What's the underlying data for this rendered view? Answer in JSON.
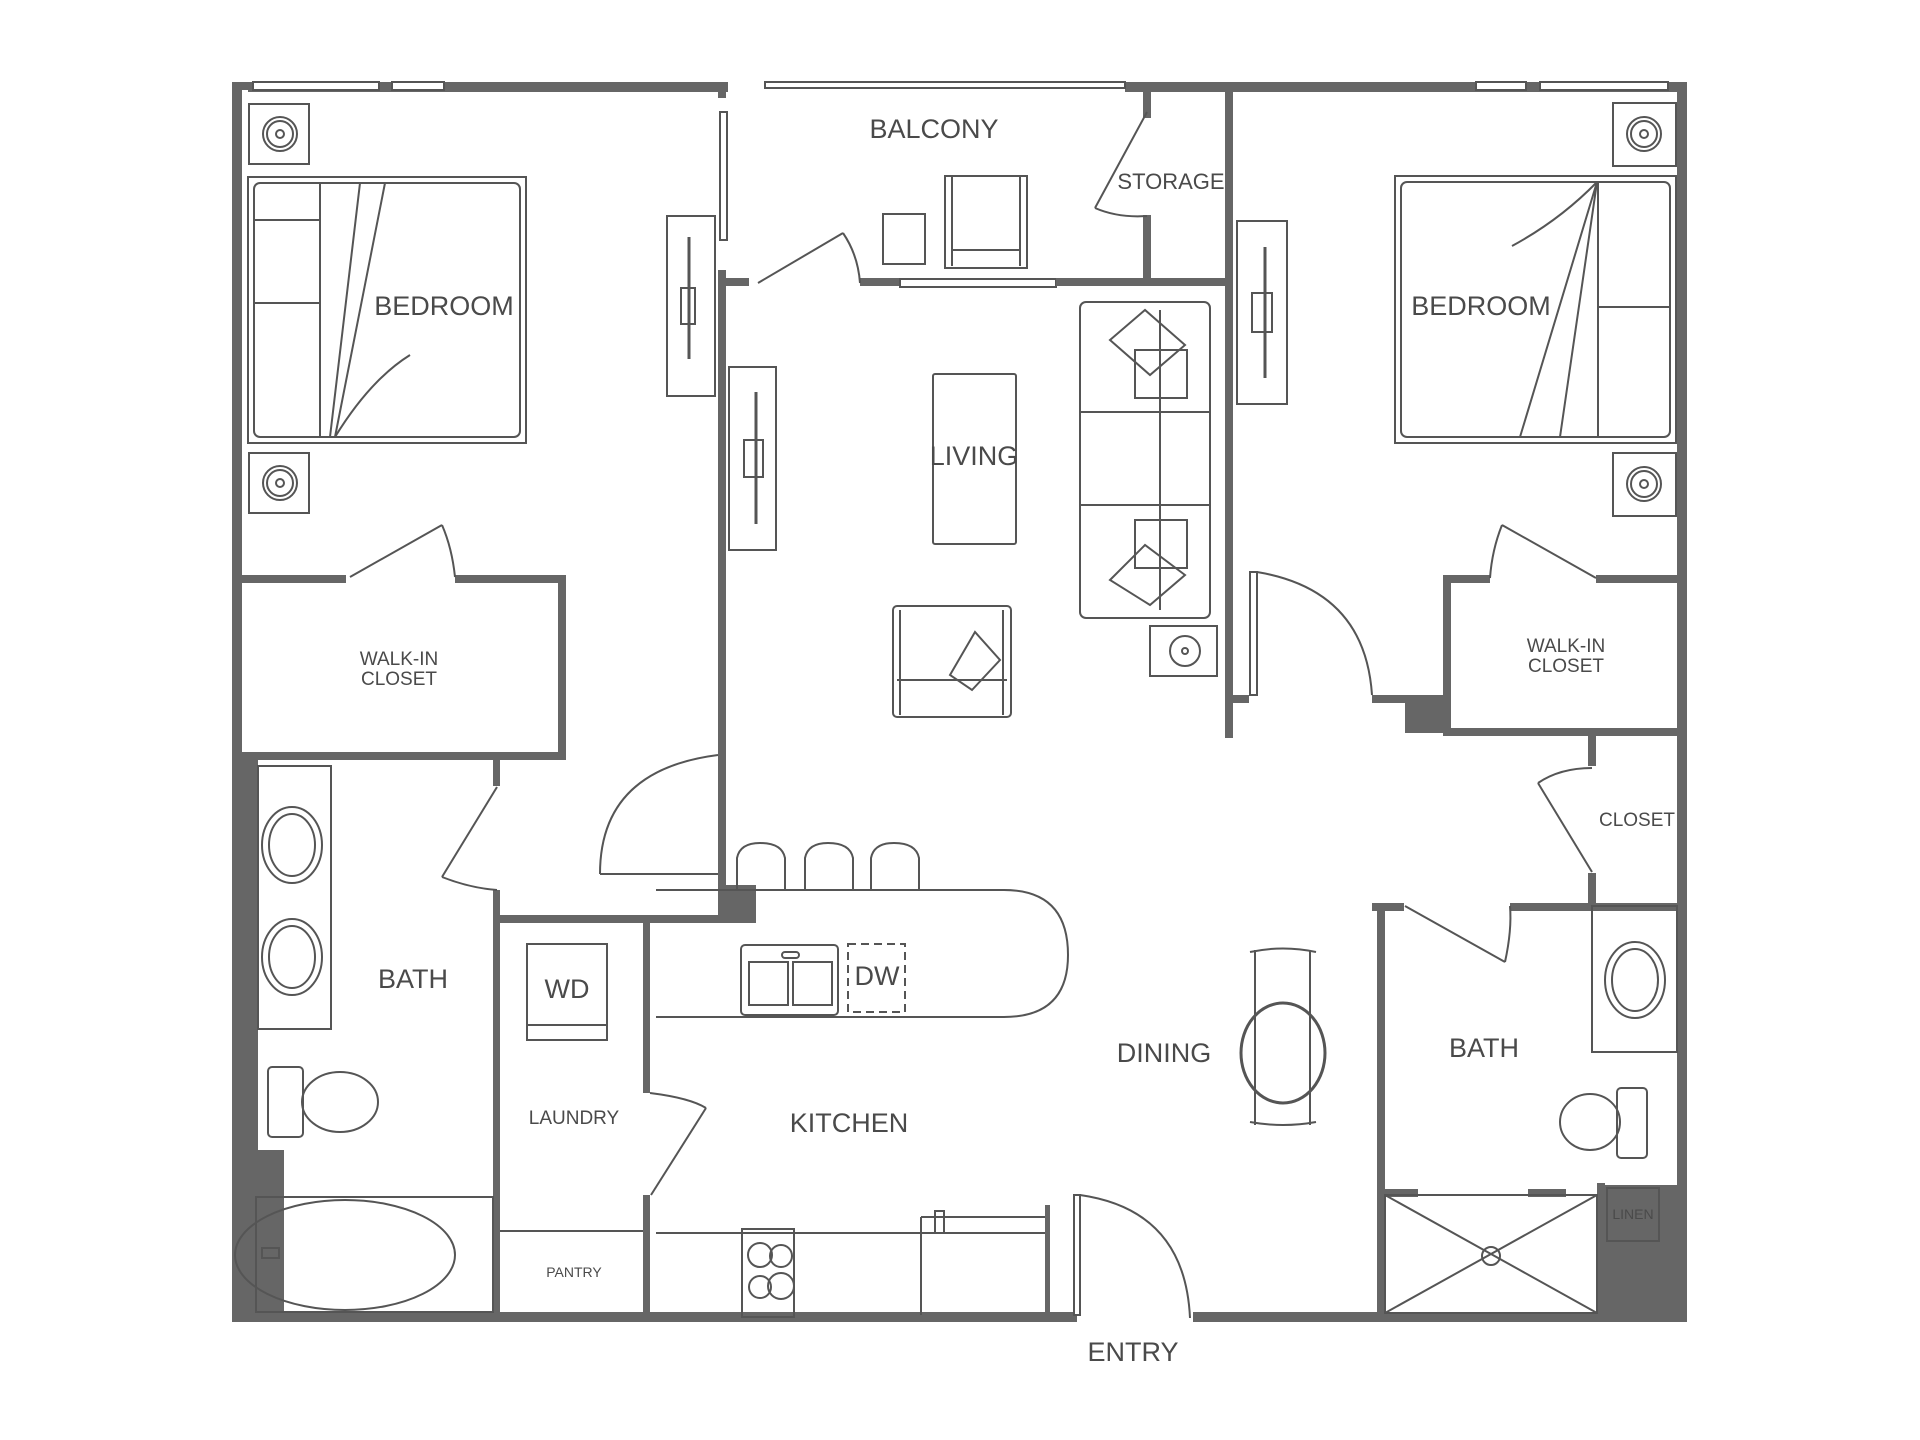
{
  "plan": {
    "title": "Two bedroom apartment floor plan",
    "wall_color": "#666666",
    "line_color": "#555555",
    "background": "#ffffff"
  },
  "rooms": {
    "balcony": "BALCONY",
    "storage": "STORAGE",
    "bedroom_left": "BEDROOM",
    "bedroom_right": "BEDROOM",
    "living": "LIVING",
    "walkin_left_line1": "WALK-IN",
    "walkin_left_line2": "CLOSET",
    "walkin_right_line1": "WALK-IN",
    "walkin_right_line2": "CLOSET",
    "closet": "CLOSET",
    "bath_left": "BATH",
    "bath_right": "BATH",
    "laundry": "LAUNDRY",
    "pantry": "PANTRY",
    "kitchen": "KITCHEN",
    "dining": "DINING",
    "linen": "LINEN",
    "entry": "ENTRY"
  },
  "appliances": {
    "washer_dryer": "WD",
    "dishwasher": "DW"
  }
}
